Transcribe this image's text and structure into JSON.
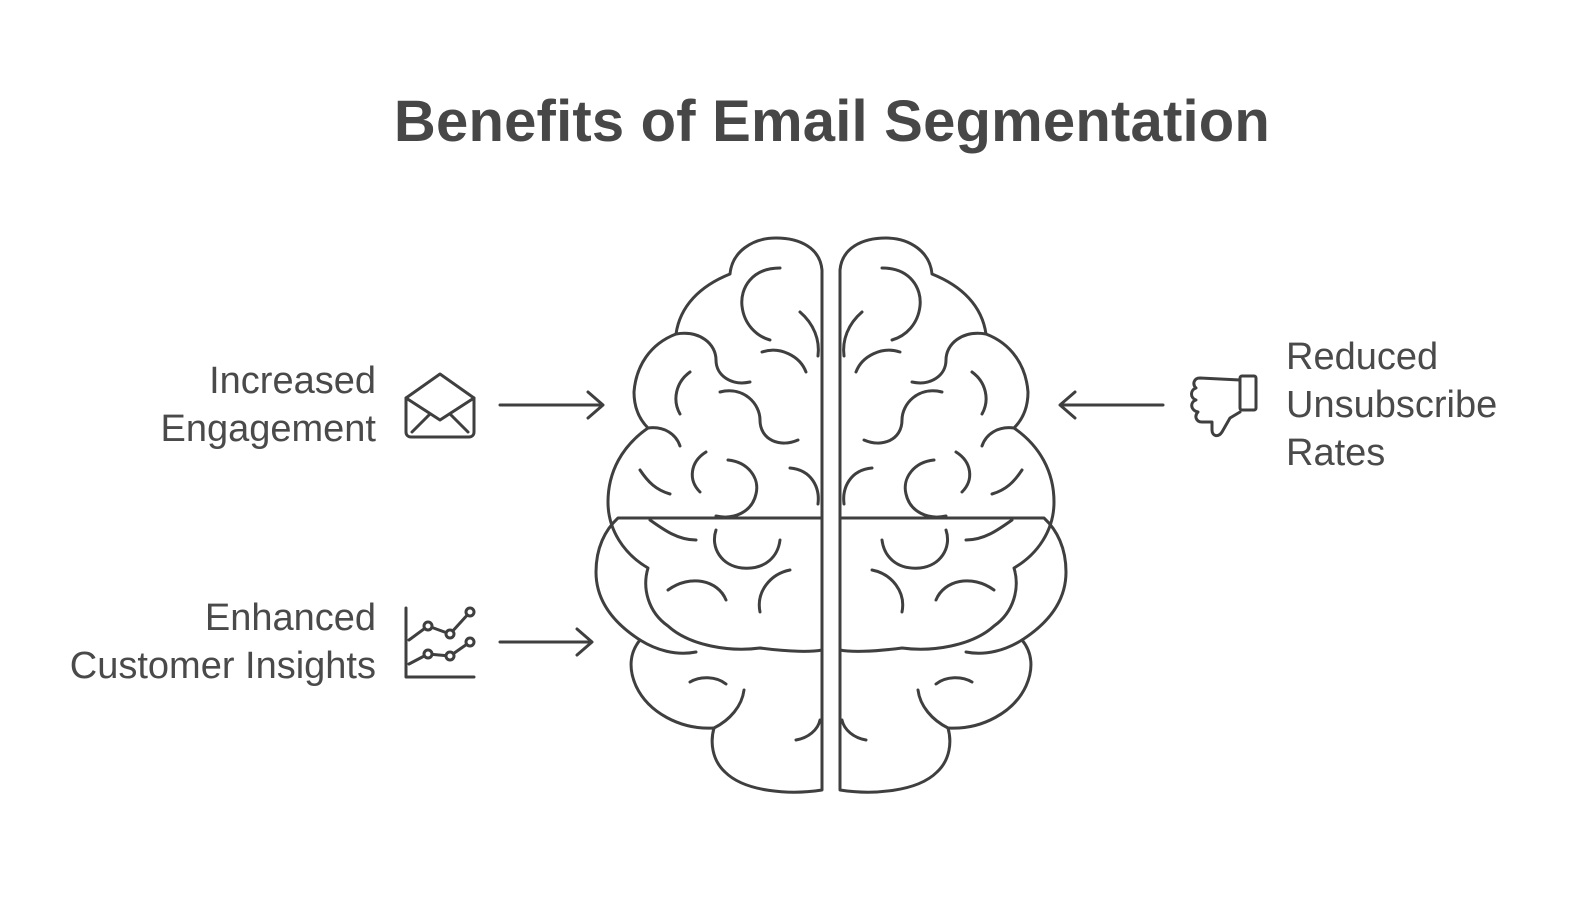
{
  "title": "Benefits of Email Segmentation",
  "benefits": [
    {
      "lines": [
        "Increased",
        "Engagement"
      ],
      "icon": "envelope-icon"
    },
    {
      "lines": [
        "Enhanced",
        "Customer Insights"
      ],
      "icon": "line-chart-icon"
    },
    {
      "lines": [
        "Reduced",
        "Unsubscribe",
        "Rates"
      ],
      "icon": "thumbs-down-icon"
    }
  ],
  "colors": {
    "left_top": "#7ef0c0",
    "left_bottom": "#5ee6a8",
    "right_top": "#d4fb74",
    "right_bottom": "#b9ea4d",
    "base_blue": "#7ddcfb",
    "outline": "#3f3f3f"
  }
}
